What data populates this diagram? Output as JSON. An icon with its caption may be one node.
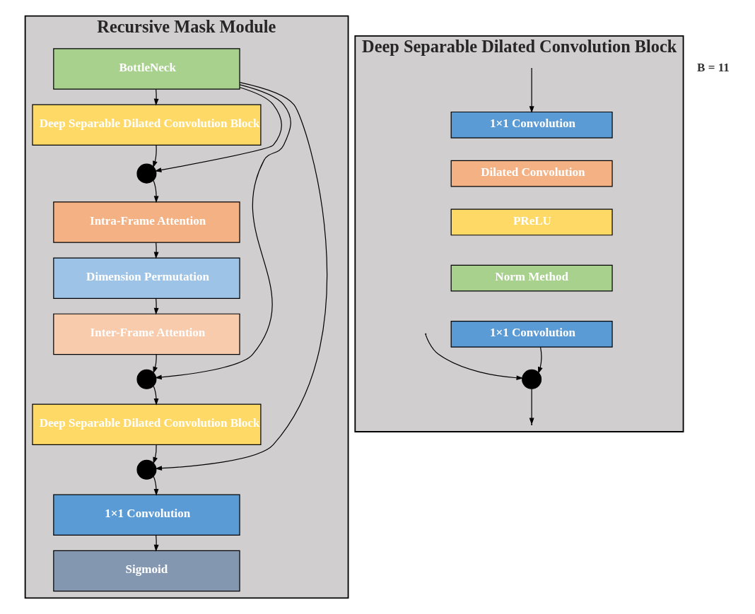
{
  "diagram": {
    "nodes": [
      {
        "text": [
          "Recursive Mask Module"
        ]
      },
      {
        "text": [
          "BottleNeck"
        ],
        "in": 0
      },
      {
        "text": [
          "Deep Separable Dilated Convolution Block"
        ],
        "in": 0
      },
      {
        "text": [],
        "shape": "circle",
        "in": 0
      },
      {
        "text": [
          "Intra-Frame Attention"
        ],
        "in": 0
      },
      {
        "text": [
          "Dimension Permutation"
        ],
        "in": 0
      },
      {
        "text": [
          "Inter-Frame Attention"
        ],
        "in": 0
      },
      {
        "text": [],
        "shape": "circle",
        "in": 0
      },
      {
        "text": [
          "Deep Separable Dilated Convolution Block"
        ],
        "in": 0
      },
      {
        "text": [],
        "shape": "circle",
        "in": 0
      },
      {
        "text": [
          "1×1 Convolution"
        ],
        "in": 0
      },
      {
        "text": [
          "Sigmoid"
        ],
        "in": 0
      },
      {
        "text": [
          "Deep Separable Dilated Convolution Block"
        ]
      },
      {
        "text": [
          "1×1 Convolution"
        ],
        "in": 12
      },
      {
        "text": [
          "Dilated Convolution"
        ],
        "in": 12
      },
      {
        "text": [
          "PReLU"
        ],
        "in": 12
      },
      {
        "text": [
          "Norm Method"
        ],
        "in": 12
      },
      {
        "text": [
          "1×1 Convolution"
        ],
        "in": 12
      },
      {
        "text": [],
        "shape": "circle",
        "in": 12
      }
    ],
    "edges": [
      {
        "from": 1,
        "to": 2,
        "arrow": "to"
      },
      {
        "from": 1,
        "to": 3,
        "arrow": "to"
      },
      {
        "from": 2,
        "to": 3,
        "arrow": "to"
      },
      {
        "from": 3,
        "to": 4,
        "arrow": "to"
      },
      {
        "from": 4,
        "to": 5,
        "arrow": "to"
      },
      {
        "from": 5,
        "to": 6,
        "arrow": "to"
      },
      {
        "from": 6,
        "to": 7,
        "arrow": "to"
      },
      {
        "from": 1,
        "to": 7,
        "arrow": "to"
      },
      {
        "from": 7,
        "to": 8,
        "arrow": "to"
      },
      {
        "from": 8,
        "to": 9,
        "arrow": "to"
      },
      {
        "from": 1,
        "to": 9,
        "arrow": "to"
      },
      {
        "from": 9,
        "to": 10,
        "arrow": "to"
      },
      {
        "from": 10,
        "to": 11,
        "arrow": "to"
      },
      {
        "from": null,
        "to": 13,
        "arrow": "to"
      },
      {
        "from": null,
        "to": 18,
        "arrow": "to"
      },
      {
        "from": 17,
        "to": 18,
        "arrow": "to"
      },
      {
        "from": 18,
        "to": null,
        "arrow": "to"
      }
    ],
    "labels": [
      "B = 11"
    ]
  }
}
